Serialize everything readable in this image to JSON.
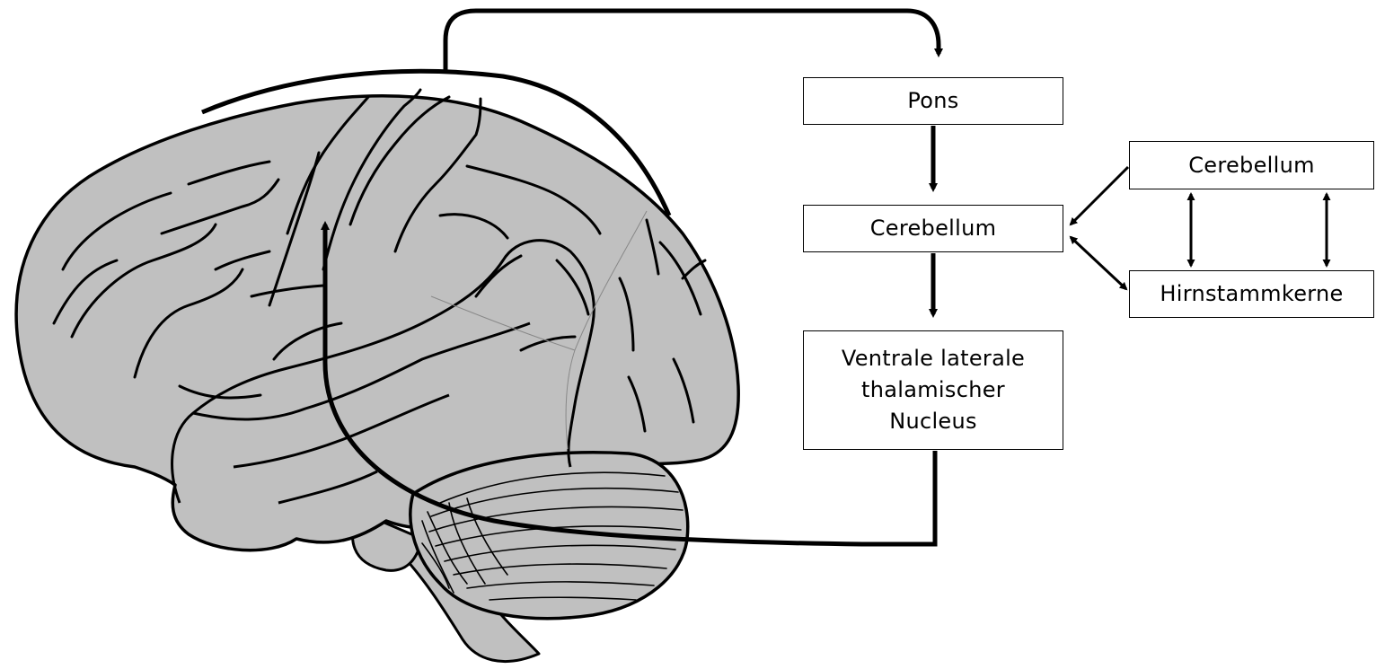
{
  "nodes": {
    "pons": "Pons",
    "cerebellum_main": "Cerebellum",
    "thalamus": "Ventrale laterale\nthalamischer\nNucleus",
    "cerebellum_side": "Cerebellum",
    "brainstem": "Hirnstammkerne"
  },
  "colors": {
    "brain_fill": "#c0c0c0",
    "line": "#000000",
    "background": "#ffffff"
  }
}
